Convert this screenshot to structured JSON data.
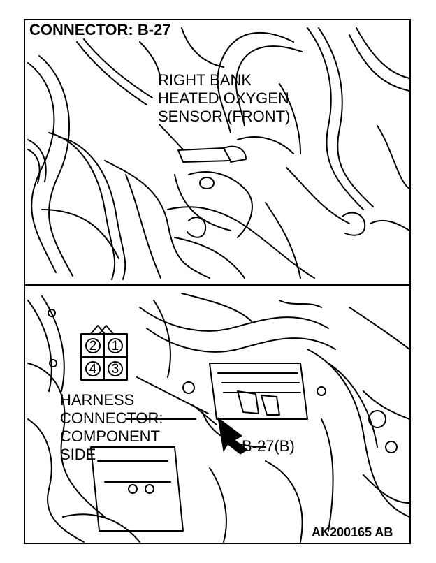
{
  "figure": {
    "title": "CONNECTOR: B-27",
    "callout_lines": [
      "RIGHT BANK",
      "HEATED OXYGEN",
      "SENSOR (FRONT)"
    ],
    "harness_lines": [
      "HARNESS",
      "CONNECTOR:",
      "COMPONENT",
      "SIDE"
    ],
    "connector_label": "B-27(B)",
    "pins": [
      "2",
      "1",
      "4",
      "3"
    ],
    "figure_code": "AK200165 AB"
  }
}
